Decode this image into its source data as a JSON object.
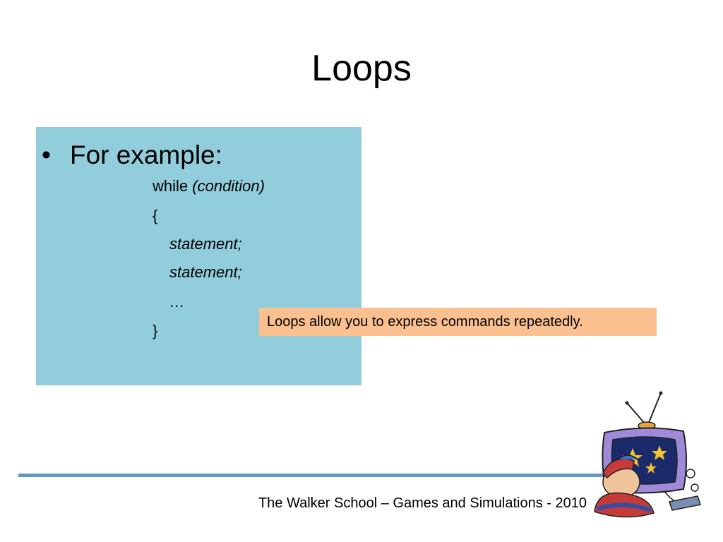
{
  "slide": {
    "title": "Loops",
    "bullet": "For example:",
    "code": {
      "while_keyword": "while",
      "condition": "(condition)",
      "open_brace": "{",
      "statement_1": "statement;",
      "statement_2": "statement;",
      "ellipsis": "…",
      "close_brace": "}"
    },
    "callout": "Loops allow you to express commands repeatedly.",
    "footer": "The Walker School – Games and Simulations - 2010"
  },
  "colors": {
    "content_box": "#92cddc",
    "callout": "#fac090",
    "footer_rule": "#4f81bd"
  },
  "icons": [
    "tv-clipart-icon"
  ]
}
